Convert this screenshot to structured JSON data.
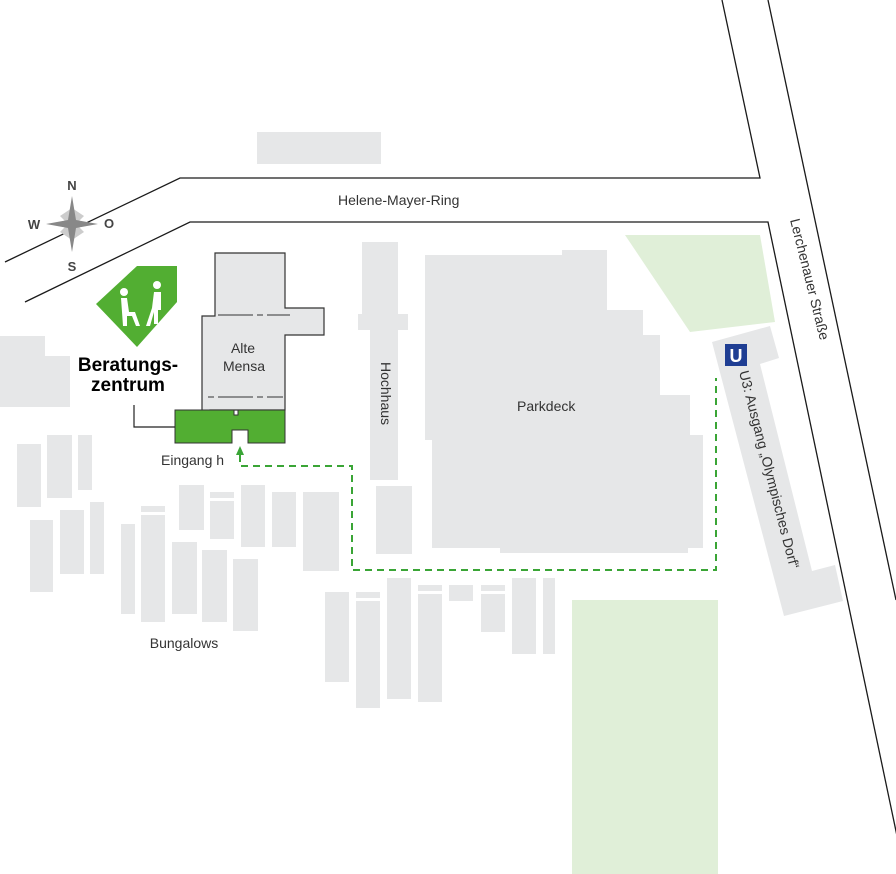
{
  "map": {
    "streets": {
      "ring": "Helene-Mayer-Ring",
      "lerchenauer": "Lerchenauer Straße"
    },
    "compass": {
      "n": "N",
      "s": "S",
      "w": "W",
      "o": "O"
    },
    "buildings": {
      "alte_mensa_line1": "Alte",
      "alte_mensa_line2": "Mensa",
      "hochhaus": "Hochhaus",
      "parkdeck": "Parkdeck",
      "bungalows": "Bungalows"
    },
    "destination": {
      "line1": "Beratungs-",
      "line2": "zentrum",
      "entrance": "Eingang h"
    },
    "transit": {
      "logo": "U",
      "label": "U3: Ausgang „Olympisches Dorf“"
    },
    "colors": {
      "accent": "#52ae32",
      "building": "#e6e7e8",
      "green_space": "#e0efd8",
      "ubahn": "#1f3e93"
    }
  }
}
